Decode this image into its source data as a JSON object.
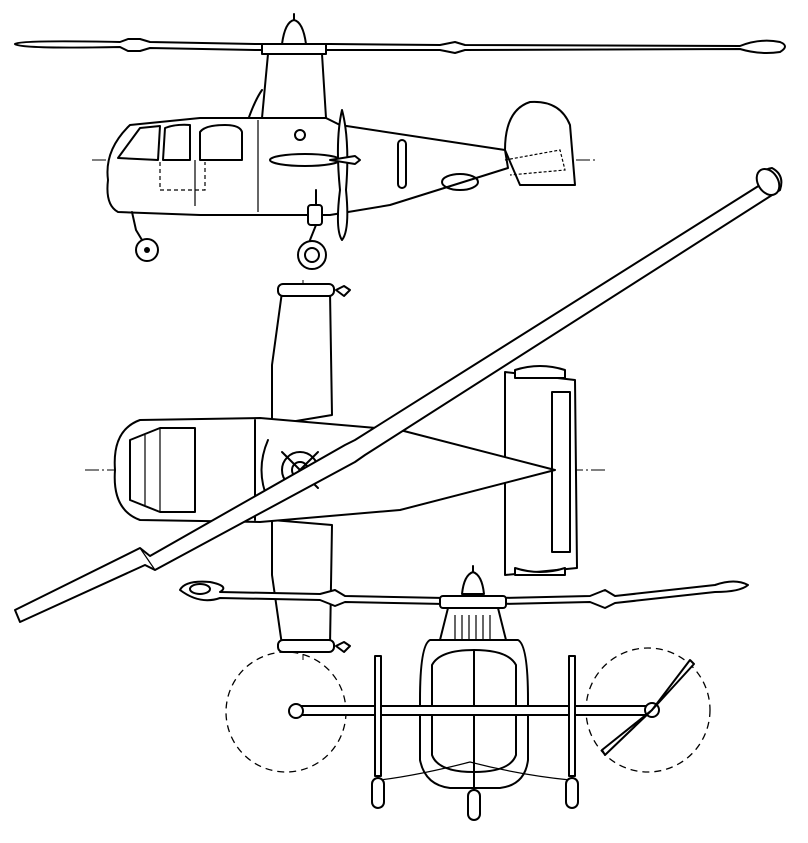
{
  "drawing": {
    "views": [
      "side",
      "top",
      "front"
    ],
    "line_color": "#000000",
    "background": "#ffffff"
  }
}
